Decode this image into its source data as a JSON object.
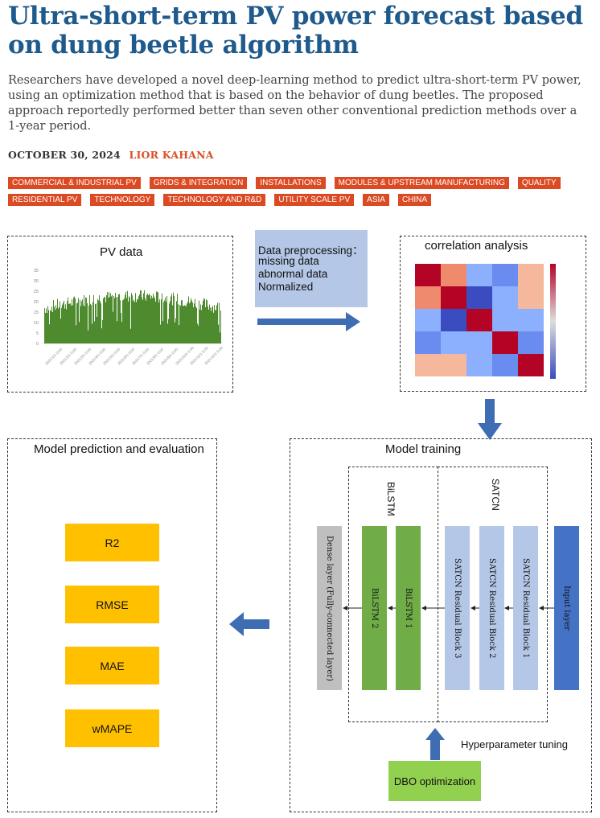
{
  "article": {
    "title": "Ultra-short-term PV power forecast based on dung beetle algorithm",
    "lede": "Researchers have developed a novel deep-learning method to predict ultra-short-term PV power, using an optimization method that is based on the behavior of dung beetles. The proposed approach reportedly performed better than seven other conventional prediction methods over a 1-year period.",
    "date": "OCTOBER 30, 2024",
    "author": "LIOR KAHANA",
    "tags": [
      "COMMERCIAL & INDUSTRIAL PV",
      "GRIDS & INTEGRATION",
      "INSTALLATIONS",
      "MODULES & UPSTREAM MANUFACTURING",
      "QUALITY",
      "RESIDENTIAL PV",
      "TECHNOLOGY",
      "TECHNOLOGY AND R&D",
      "UTILITY SCALE PV",
      "ASIA",
      "CHINA"
    ]
  },
  "figure": {
    "pv_data": {
      "title": "PV data",
      "y_ticks": [
        "35",
        "30",
        "25",
        "20",
        "15",
        "10",
        "5",
        "0"
      ],
      "x_ticks": [
        "2021/1/1 0:00",
        "2021/2/1 0:00",
        "2021/3/1 0:00",
        "2021/4/1 0:00",
        "2021/5/1 0:00",
        "2021/6/1 0:00",
        "2021/7/1 0:00",
        "2021/8/1 0:00",
        "2021/9/1 0:00",
        "2021/10/1 0:00",
        "2021/11/1 0:00",
        "2021/12/1 0:00"
      ]
    },
    "preprocessing": [
      "Data preprocessing：",
      "missing data",
      "abnormal data",
      "Normalized"
    ],
    "correlation": {
      "title": "correlation analysis"
    },
    "training": {
      "title": "Model training",
      "bilstm_label": "BiLSTM",
      "satcn_label": "SATCN",
      "dense": "Dense layer (Fully-connected layer)",
      "bilstm2": "BiLSTM 2",
      "bilstm1": "BiLSTM 1",
      "satcn3": "SATCN Residual Block 3",
      "satcn2": "SATCN Residual Block 2",
      "satcn1": "SATCN Residual Block 1",
      "input": "Input layer",
      "hyper": "Hyperparameter tuning",
      "dbo": "DBO optimization"
    },
    "evaluation": {
      "title": "Model prediction and evaluation",
      "metrics": [
        "R2",
        "RMSE",
        "MAE",
        "wMAPE"
      ]
    },
    "colors": {
      "green": "#70ad47",
      "blue": "#4472c4",
      "light_blue": "#b4c7e7",
      "gray": "#bfbfbf",
      "gold": "#ffc000",
      "arrow": "#3f6db3"
    }
  }
}
